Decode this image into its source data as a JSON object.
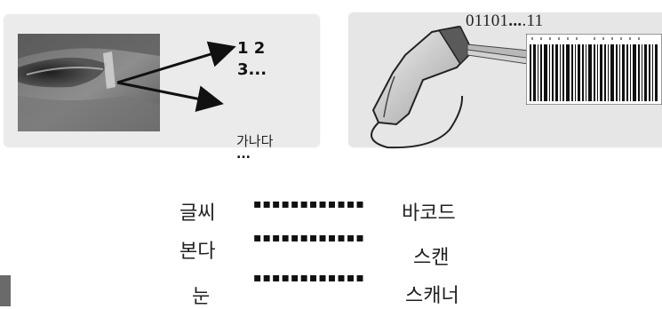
{
  "left_panel": {
    "numbers_line1": "1 2",
    "numbers_line2": "3...",
    "hangul_text": "가나다",
    "hangul_ellipsis": "..."
  },
  "right_panel": {
    "binary_prefix": "01101",
    "binary_dots": "...",
    "binary_suffix": ".11"
  },
  "rows": [
    {
      "left": "글씨",
      "dots": "▪▪▪▪▪▪▪▪▪▪▪▪",
      "right": "바코드"
    },
    {
      "left": "본다",
      "dots": "▪▪▪▪▪▪▪▪▪▪▪▪",
      "right": "스캔"
    },
    {
      "left": "눈",
      "dots": "▪▪▪▪▪▪▪▪▪▪▪▪",
      "right": "스캐너"
    }
  ]
}
